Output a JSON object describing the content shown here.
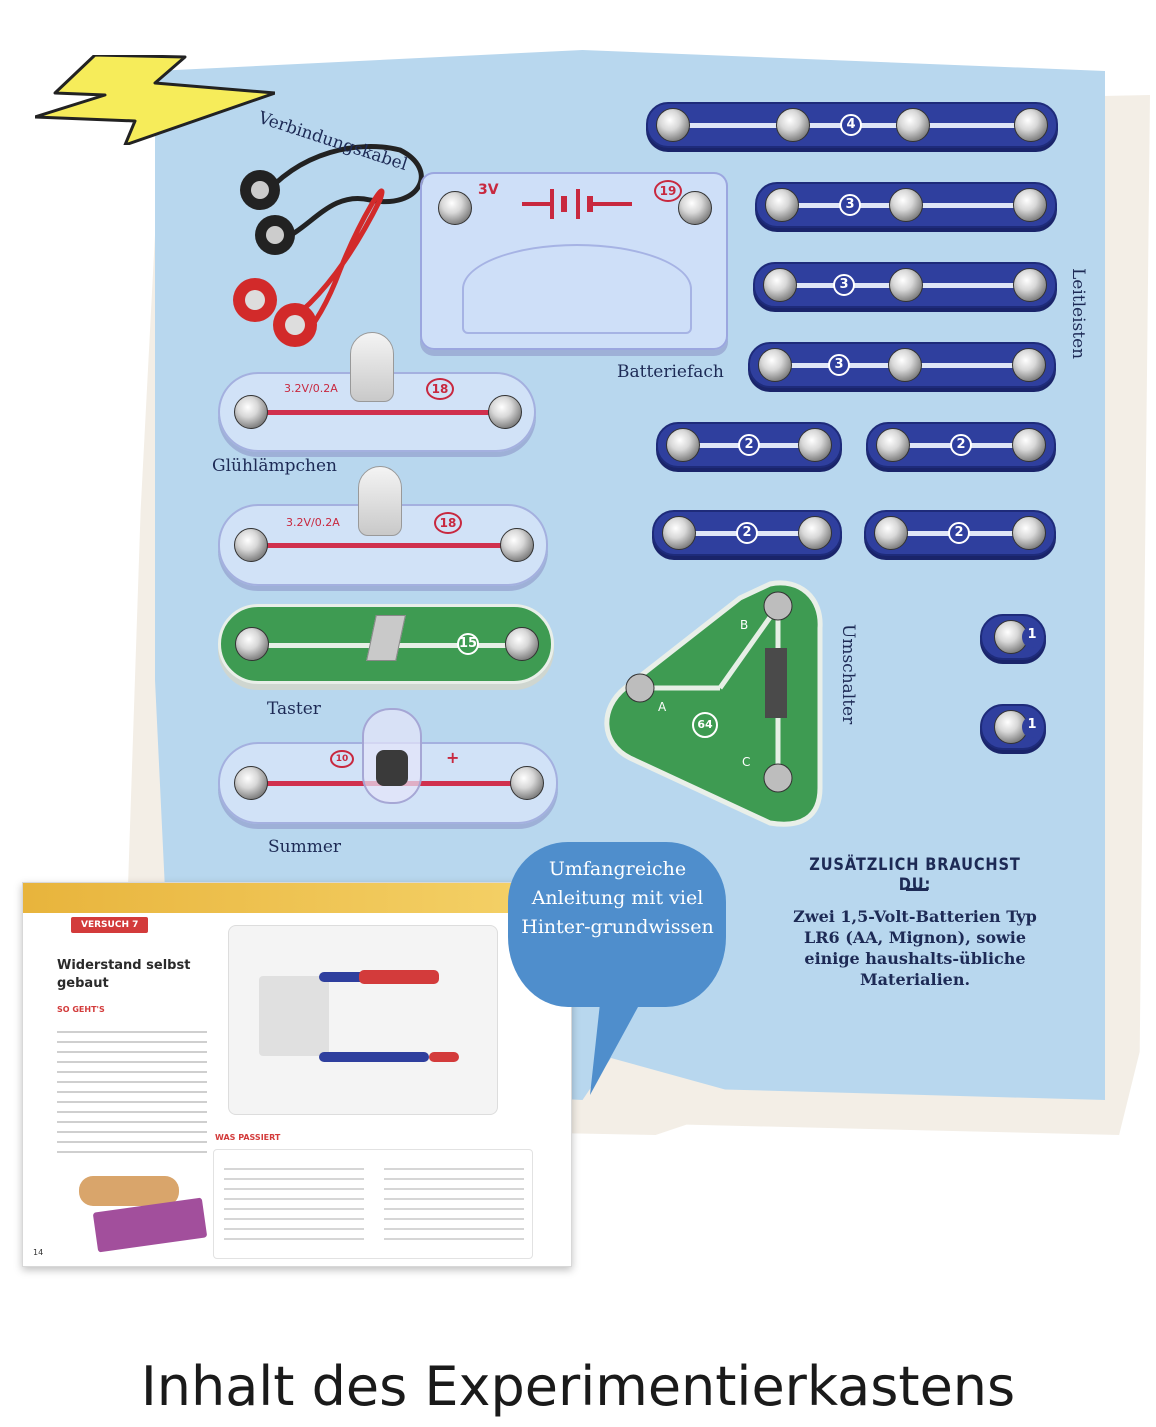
{
  "labels": {
    "verbindungskabel": "Verbindungskabel",
    "batteriefach": "Batteriefach",
    "gluehlaempchen": "Glühlämpchen",
    "taster": "Taster",
    "summer": "Summer",
    "leitleisten": "Leitleisten",
    "umschalter": "Umschalter"
  },
  "parts": {
    "battery": {
      "voltage": "3V",
      "number": "19"
    },
    "lamp": {
      "rating": "3.2V/0.2A",
      "number": "18"
    },
    "button": {
      "number": "15"
    },
    "buzzer": {
      "number": "10",
      "polarity": "+"
    },
    "switch": {
      "number": "64",
      "contacts": [
        "A",
        "B",
        "C"
      ]
    },
    "rails": [
      "4",
      "3",
      "3",
      "3",
      "2",
      "2",
      "2",
      "2",
      "1",
      "1"
    ]
  },
  "manual": {
    "tag": "VERSUCH 7",
    "title": "Widerstand selbst gebaut",
    "subtitle": "SO GEHT'S",
    "passiert": "WAS PASSIERT",
    "page": "14"
  },
  "bubble": {
    "text": "Umfangreiche Anleitung mit viel Hinter-grundwissen"
  },
  "extra": {
    "title": "ZUSÄTZLICH BRAUCHST DU:",
    "text": "Zwei 1,5-Volt-Batterien Typ LR6 (AA, Mignon), sowie einige haushalts-übliche Materialien."
  },
  "caption": "Inhalt des Experimentierkastens",
  "colors": {
    "paper": "#b8d7ee",
    "rail": "#2f3f9e",
    "bubble": "#4f8ecc",
    "accent_red": "#d33b3b"
  }
}
